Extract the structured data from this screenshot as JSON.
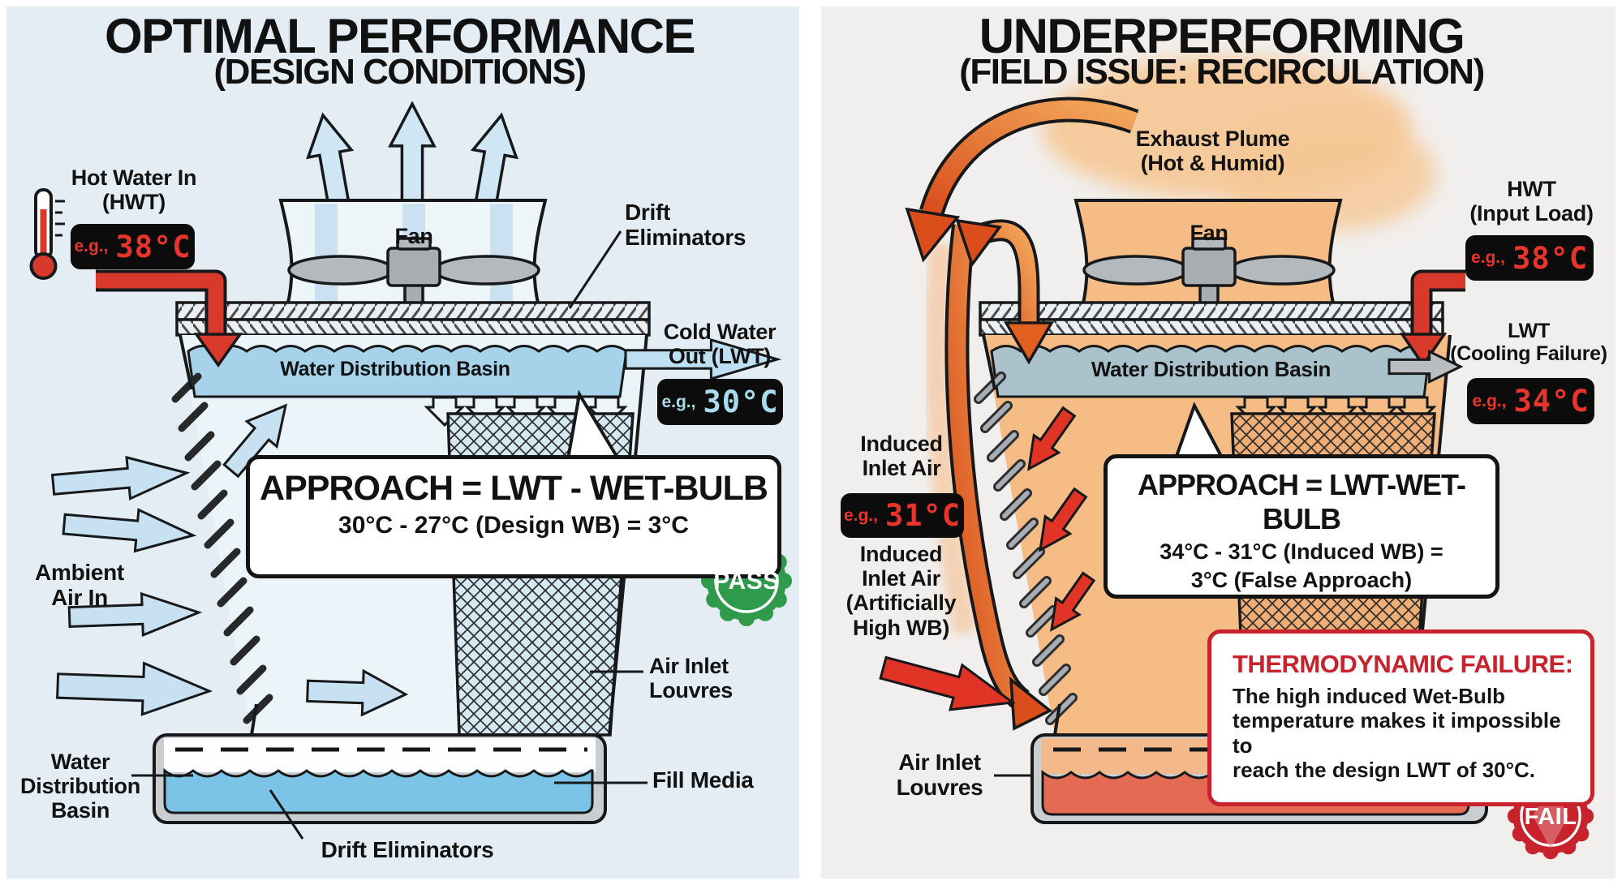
{
  "left_panel": {
    "title": "OPTIMAL PERFORMANCE",
    "subtitle": "(DESIGN CONDITIONS)",
    "labels": {
      "hot_water_in": "Hot Water In\n(HWT)",
      "fan": "Fan",
      "drift_eliminators_top": "Drift\nEliminators",
      "water_distribution_basin_top": "Water Distribution Basin",
      "cold_water_out": "Cold Water\nOut (LWT)",
      "ambient_air_in": "Ambient\nAir In",
      "air_inlet_louvres": "Air Inlet\nLouvres",
      "fill_media": "Fill Media",
      "water_distribution_basin_bottom": "Water\nDistribution\nBasin",
      "drift_eliminators_bottom": "Drift Eliminators"
    },
    "displays": {
      "hwt": {
        "prefix": "e.g.,",
        "value": "38°C"
      },
      "lwt": {
        "prefix": "e.g.,",
        "value": "30°C"
      }
    },
    "callout": {
      "formula": "APPROACH = LWT - WET-BULB",
      "calculation": "30°C - 27°C (Design WB) = 3°C"
    },
    "badge": "PASS"
  },
  "right_panel": {
    "title": "UNDERPERFORMING",
    "subtitle": "(FIELD ISSUE: RECIRCULATION)",
    "labels": {
      "exhaust_plume": "Exhaust Plume\n(Hot & Humid)",
      "fan": "Fan",
      "hwt": "HWT\n(Input Load)",
      "water_distribution_basin": "Water Distribution Basin",
      "lwt": "LWT\n(Cooling Failure)",
      "induced_inlet_air": "Induced\nInlet Air",
      "induced_inlet_air_wb": "Induced\nInlet Air\n(Artificially\nHigh WB)",
      "air_inlet_louvres": "Air Inlet\nLouvres"
    },
    "displays": {
      "hwt": {
        "prefix": "e.g.,",
        "value": "38°C"
      },
      "lwt": {
        "prefix": "e.g.,",
        "value": "34°C"
      },
      "induced": {
        "prefix": "e.g.,",
        "value": "31°C"
      }
    },
    "callout": {
      "formula": "APPROACH = LWT-WET-BULB",
      "calculation_line1": "34°C - 31°C (Induced WB) =",
      "calculation_line2": "3°C (False Approach)"
    },
    "failure_box": {
      "title": "THERMODYNAMIC FAILURE:",
      "body": "The high induced Wet-Bulb\ntemperature makes it impossible to\nreach the design LWT of 30°C."
    },
    "badge": "FAIL"
  },
  "colors": {
    "pass-green": "#2f9a4b",
    "fail-red": "#c8232c",
    "digit-red": "#e8352b",
    "digit-blue": "#a8dcec",
    "hot-orange": "#e2601f",
    "cool-blue": "#a6d3ea"
  }
}
